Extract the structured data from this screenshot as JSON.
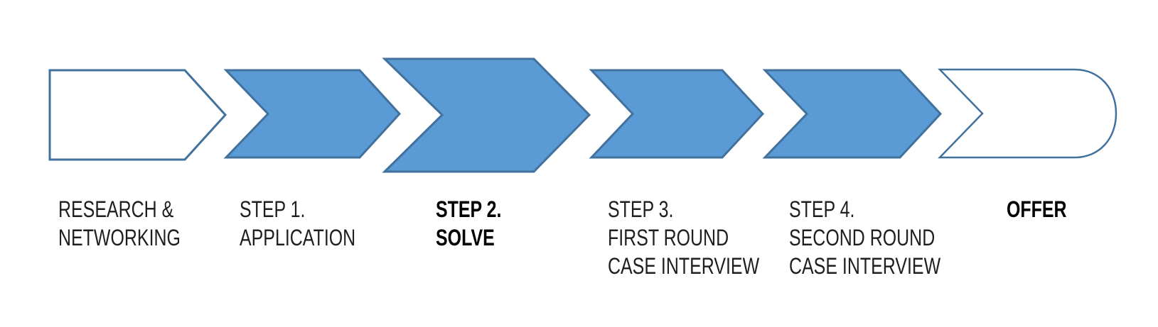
{
  "diagram": {
    "background_color": "#ffffff",
    "shape_fill_color": "#5B9BD5",
    "shape_stroke_color": "#41719C",
    "open_fill_color": "#ffffff",
    "text_color": "#1f1f1f",
    "steps": [
      {
        "shape": "open-pentagon-arrow",
        "emphasized": false,
        "line1": "RESEARCH &",
        "line2": "NETWORKING"
      },
      {
        "shape": "chevron",
        "emphasized": false,
        "line1": "STEP 1.",
        "line2": "APPLICATION"
      },
      {
        "shape": "large-chevron",
        "emphasized": true,
        "line1": "STEP 2.",
        "line2": "SOLVE"
      },
      {
        "shape": "chevron",
        "emphasized": false,
        "line1": "STEP 3.",
        "line2": "FIRST ROUND",
        "line3": "CASE INTERVIEW"
      },
      {
        "shape": "chevron",
        "emphasized": false,
        "line1": "STEP 4.",
        "line2": "SECOND ROUND",
        "line3": "CASE INTERVIEW"
      },
      {
        "shape": "open-rounded-arrow",
        "emphasized": true,
        "line1": "OFFER"
      }
    ]
  }
}
